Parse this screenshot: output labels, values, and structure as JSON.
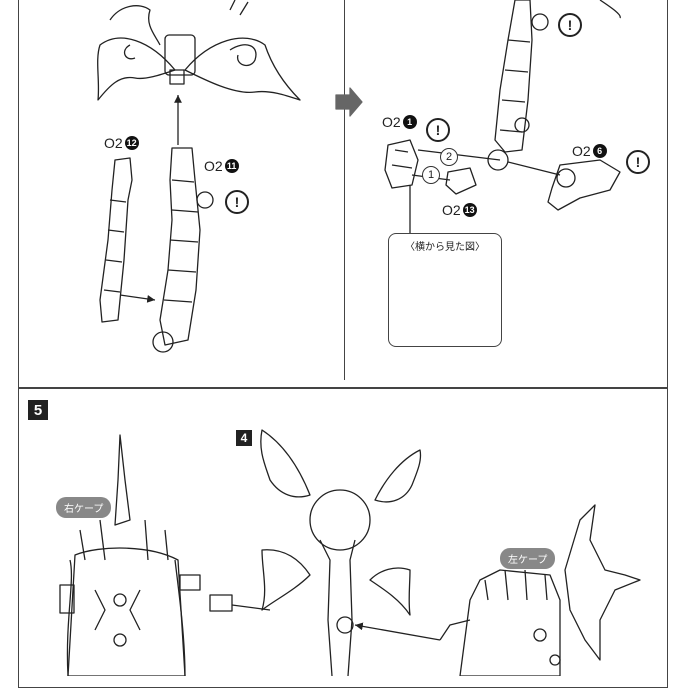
{
  "top_panel": {
    "left": {
      "part_a": {
        "prefix": "O2",
        "num": "12"
      },
      "part_b": {
        "prefix": "O2",
        "num": "11"
      }
    },
    "right": {
      "part_c": {
        "prefix": "O2",
        "num": "1"
      },
      "part_d": {
        "prefix": "O2",
        "num": "6"
      },
      "part_e": {
        "prefix": "O2",
        "num": "13"
      },
      "order_1": "1",
      "order_2": "2",
      "inset_title": "〈横から見た図〉"
    },
    "warn_symbol": "!"
  },
  "bottom_panel": {
    "step_number": "5",
    "sub_step": "4",
    "right_cape": "右ケープ",
    "left_cape": "左ケープ"
  }
}
